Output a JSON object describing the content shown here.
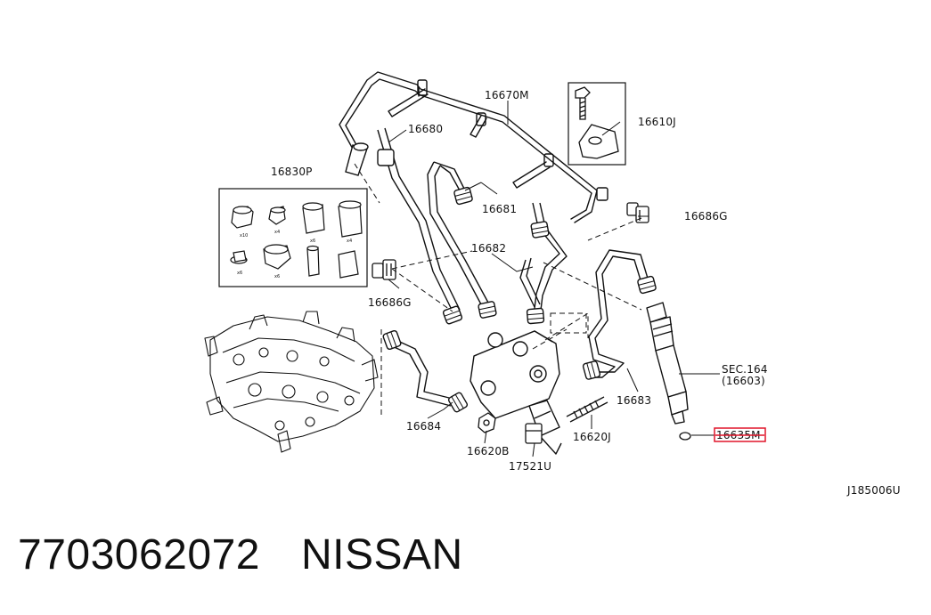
{
  "labels": {
    "p16670M": "16670M",
    "p16610J": "16610J",
    "p16680": "16680",
    "p16830P": "16830P",
    "p16681": "16681",
    "p16686G_right": "16686G",
    "p16682": "16682",
    "p16686G_left": "16686G",
    "sec164": "SEC.164",
    "sec164_ref": "(16603)",
    "p16683": "16683",
    "p16684": "16684",
    "p16620B": "16620B",
    "p16620J": "16620J",
    "p17521U": "17521U",
    "p16635M": "16635M",
    "diagram_code": "J185006U"
  },
  "kit_quantities": [
    "x10",
    "x4",
    "x6",
    "x4",
    "x6",
    "x6"
  ],
  "footer": {
    "part_number": "7703062072",
    "brand": "NISSAN"
  },
  "colors": {
    "highlight": "#e0152a",
    "ink": "#111111"
  }
}
